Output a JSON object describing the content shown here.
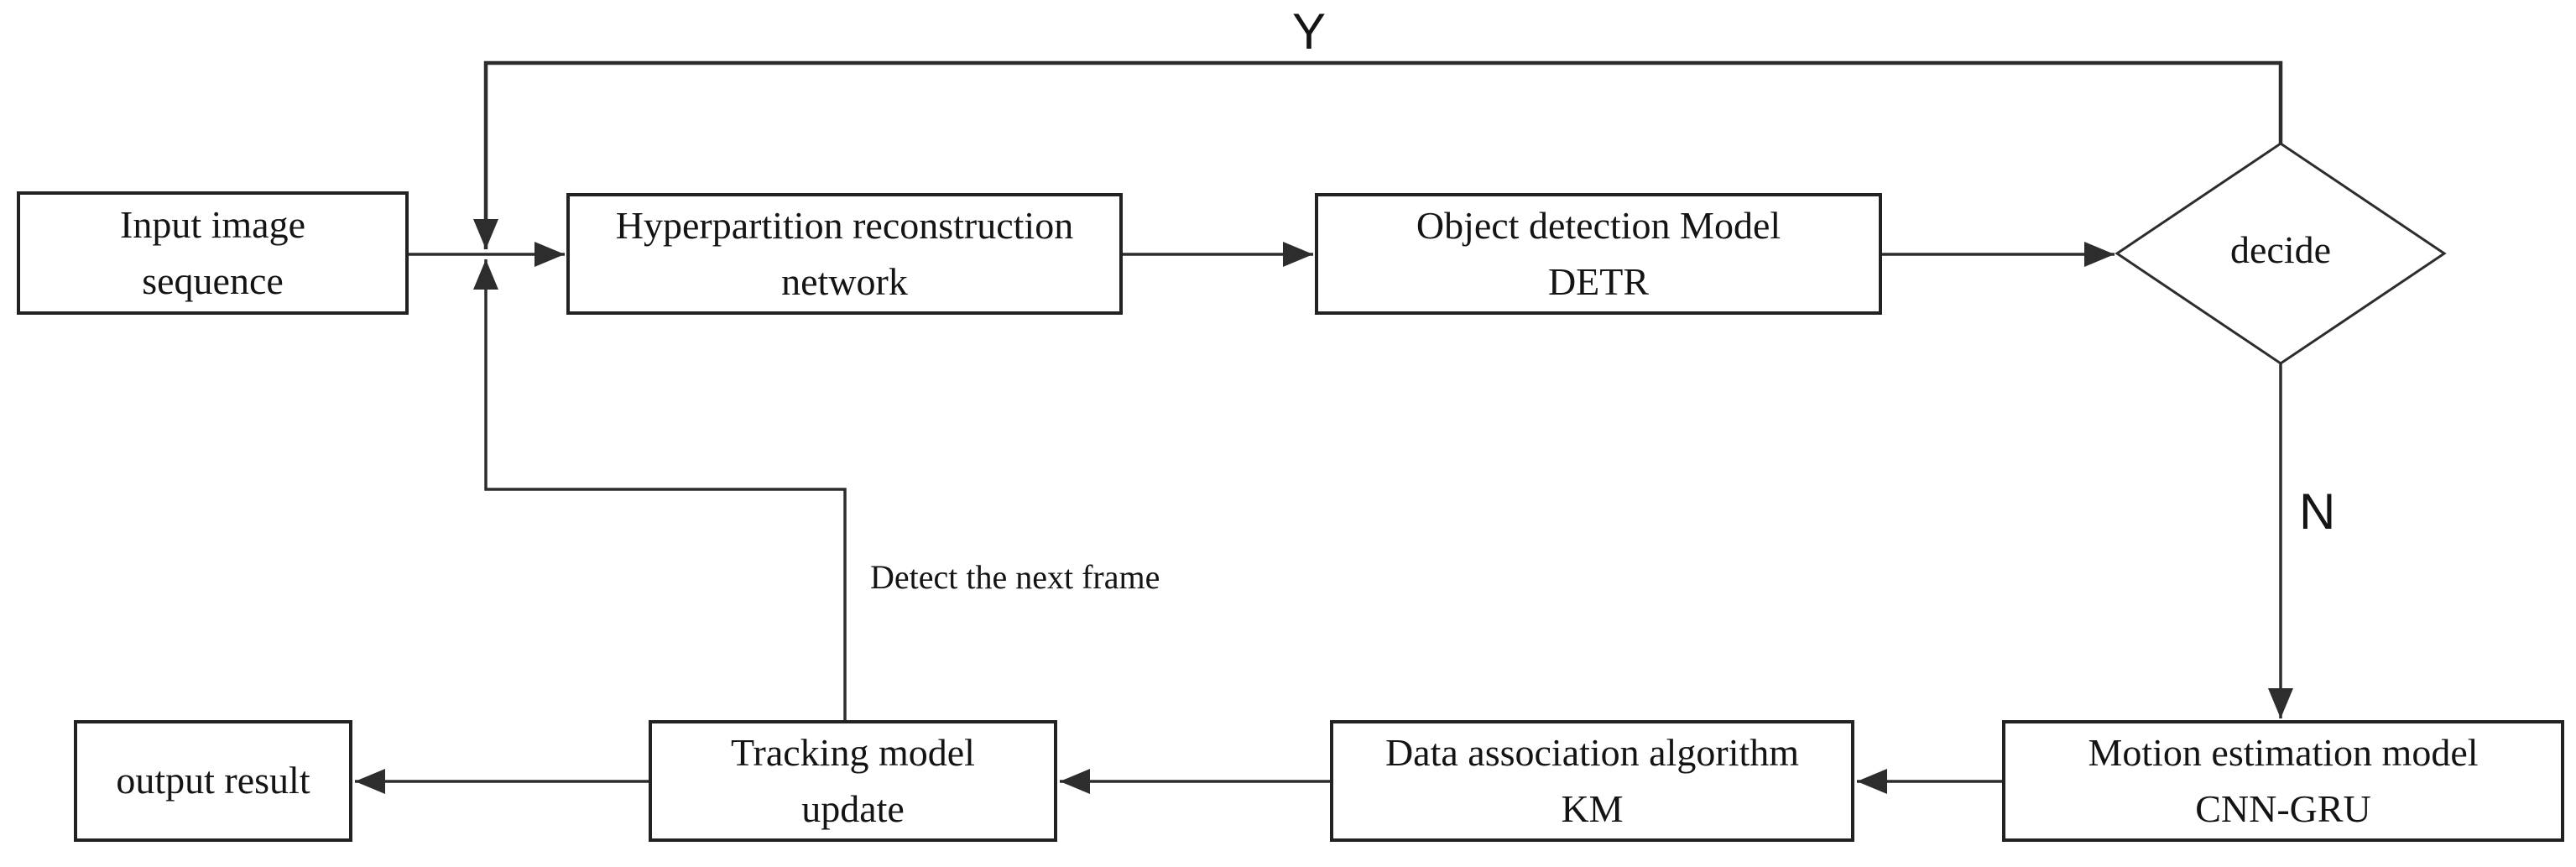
{
  "nodes": {
    "input": {
      "line1": "Input image",
      "line2": "sequence"
    },
    "hyper": {
      "line1": "Hyperpartition reconstruction",
      "line2": "network"
    },
    "detr": {
      "line1": "Object detection Model",
      "line2": "DETR"
    },
    "decide": {
      "line1": "decide"
    },
    "motion": {
      "line1": "Motion estimation model",
      "line2": "CNN-GRU"
    },
    "km": {
      "line1": "Data association algorithm",
      "line2": "KM"
    },
    "tracking": {
      "line1": "Tracking model",
      "line2": "update"
    },
    "output": {
      "line1": "output result"
    }
  },
  "edge_labels": {
    "yes": "Y",
    "no": "N",
    "next_frame": "Detect the next frame"
  },
  "colors": {
    "line": "#2d2d2d",
    "text": "#141414",
    "background": "#ffffff",
    "node_fill": "#ffffff",
    "node_border": "#222222"
  }
}
